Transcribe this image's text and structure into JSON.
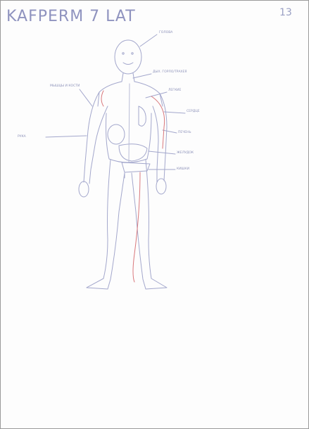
{
  "title": "KAFPERM 7 LAT",
  "page_number": "13",
  "labels": {
    "head": "ГОЛОВА",
    "throat": "ДЫХ. ГОРЛО/ТРАХЕЯ",
    "lungs": "ЛЕГКИЕ",
    "heart": "СЕРДЦЕ",
    "arm_right": "РУКА",
    "muscles": "МЫШЦЫ И КОСТИ",
    "liver": "ПЕЧЕНЬ",
    "stomach": "ЖЕЛУДОК",
    "intestine": "КИШКИ"
  },
  "colors": {
    "pencil_blue": "#8a8fb8",
    "pencil_red": "#d9777b",
    "pencil_light": "#b9bcd6"
  }
}
